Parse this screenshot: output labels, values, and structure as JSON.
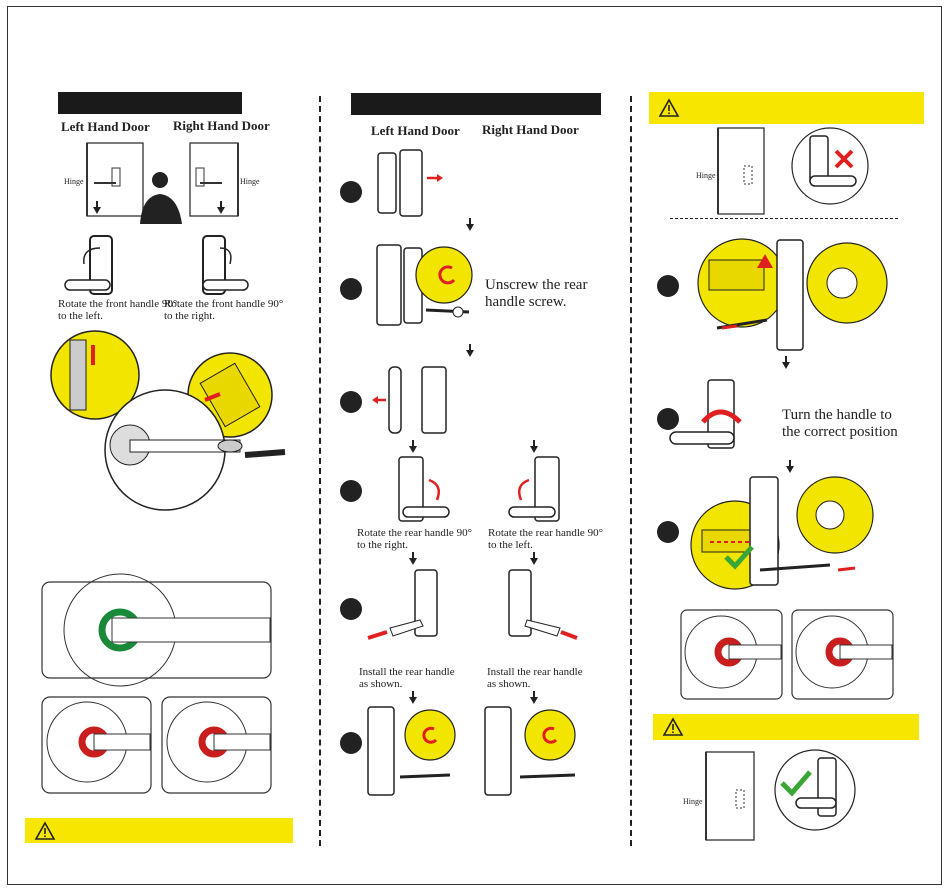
{
  "left_column": {
    "left_door_label": "Left Hand Door",
    "right_door_label": "Right Hand Door",
    "hinge_label_left": "Hinge",
    "hinge_label_right": "Hinge",
    "caption_left": [
      "Rotate the front handle 90°",
      "to the left."
    ],
    "caption_right": [
      "Rotate the front handle 90°",
      "to the right."
    ]
  },
  "middle_column": {
    "left_door_label": "Left Hand Door",
    "right_door_label": "Right Hand Door",
    "step2_caption": [
      "Unscrew the rear",
      "handle screw."
    ],
    "step4_caption_left": [
      "Rotate the rear handle 90°",
      "to the right."
    ],
    "step4_caption_right": [
      "Rotate the rear handle 90°",
      "to the left."
    ],
    "step5_caption_left": [
      "Install the rear handle",
      "as shown."
    ],
    "step5_caption_right": [
      "Install the rear handle",
      "as shown."
    ]
  },
  "right_column": {
    "hinge_label_top": "Hinge",
    "hinge_label_bottom": "Hinge",
    "step2_caption": [
      "Turn the handle to",
      "the correct position"
    ]
  },
  "colors": {
    "warning_yellow": "#f7e600",
    "highlight_yellow": "#f2e600",
    "arrow_red": "#e02020",
    "check_green": "#3aa635",
    "ring_green": "#1a8a3a",
    "ring_red": "#c81e1e"
  },
  "icons": [
    "warning-triangle-icon",
    "check-icon",
    "cross-icon"
  ]
}
